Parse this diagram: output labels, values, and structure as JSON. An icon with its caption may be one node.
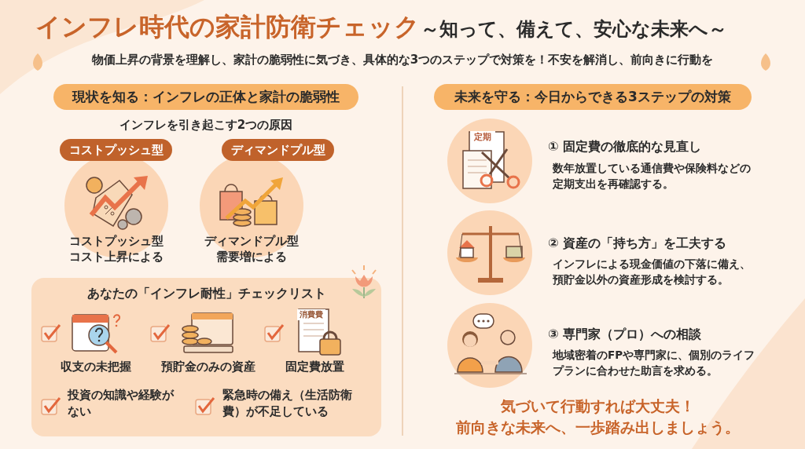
{
  "diagram": {
    "title": "インフレ時代の家計防衛チェック",
    "nodes": [
      {
        "text": [
          "現状を知る：インフレの正体と家計の脆弱性"
        ]
      },
      {
        "text": [
          "コストプッシュ型"
        ]
      },
      {
        "text": [
          "ディマンドプル型"
        ]
      },
      {
        "text": [
          "あなたの「インフレ耐性」チェックリスト",
          "収支の未把握",
          "預貯金のみの資産",
          "固定費放置",
          "投資の知識や経験がない",
          "緊急時の備え（生活防衛費）が不足している"
        ]
      },
      {
        "text": [
          "未来を守る：今日からできる3ステップの対策"
        ]
      }
    ],
    "labels": [
      "～知って、備えて、安心な未来へ～",
      "物価上昇の背景を理解し、家計の脆弱性に気づき、具体的な3つのステップで対策を！不安を解消し、前向きに行動を",
      "インフレを引き起こす2つの原因",
      "コストプッシュ型",
      "コスト上昇による",
      "ディマンドプル型",
      "需要増による",
      "消費費",
      "定期",
      "① 固定費の徹底的な見直し",
      "数年放置している通信費や保険料などの定期支出を再確認する。",
      "② 資産の「持ち方」を工夫する",
      "インフレによる現金価値の下落に備え、預貯金以外の資産形成を検討する。",
      "③ 専門家（プロ）への相談",
      "地域密着のFPや専門家に、個別のライフプランに合わせた助言を求める。",
      "気づいて行動すれば大丈夫！",
      "前向きな未来へ、一歩踏み出しましょう。"
    ]
  }
}
